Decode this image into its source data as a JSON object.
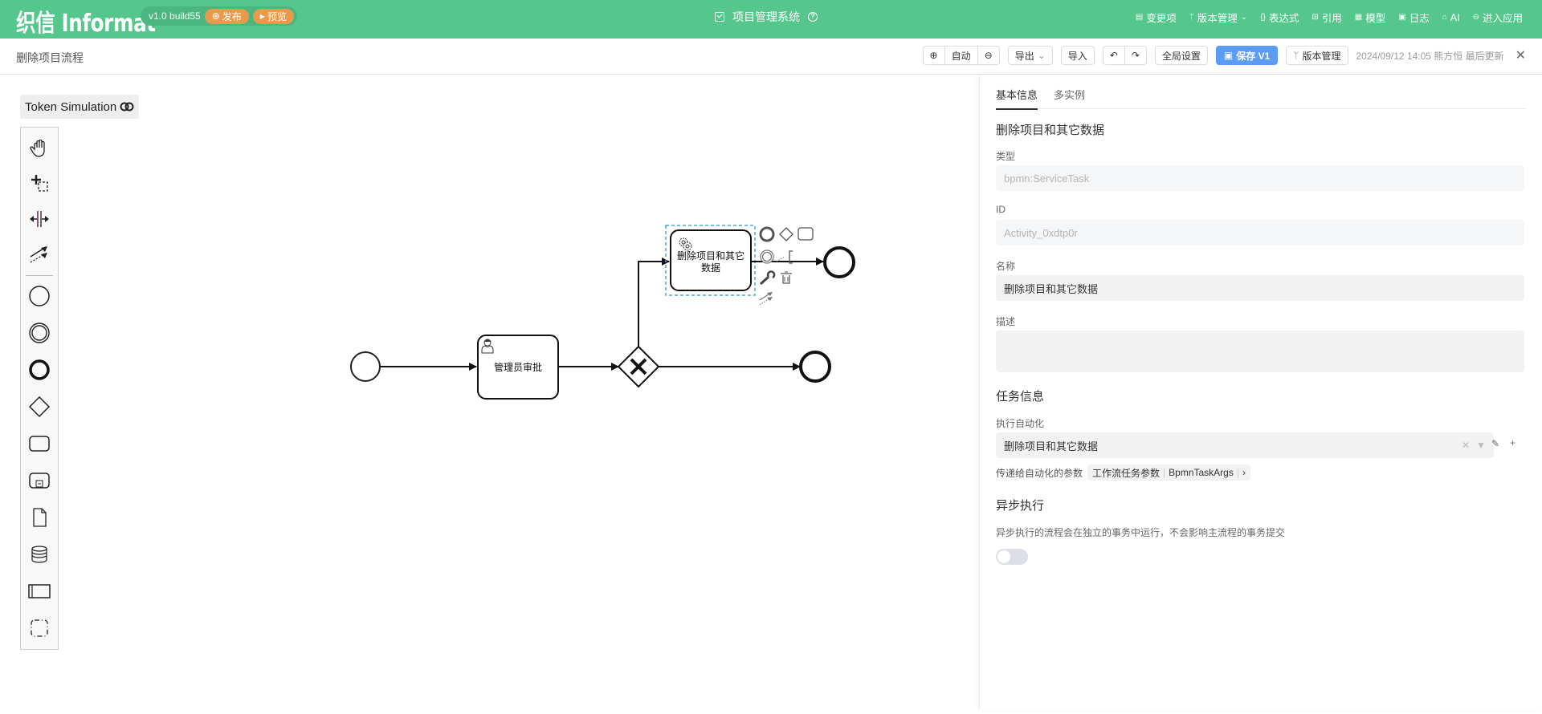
{
  "app": {
    "logo": "织信 Informat",
    "version": "v1.0 build55",
    "publish_label": "发布",
    "preview_label": "预览",
    "system_title": "项目管理系统"
  },
  "top_menu": [
    {
      "icon": "list-icon",
      "label": "变更项"
    },
    {
      "icon": "branch-icon",
      "label": "版本管理"
    },
    {
      "icon": "braces-icon",
      "label": "表达式"
    },
    {
      "icon": "reference-icon",
      "label": "引用"
    },
    {
      "icon": "table-icon",
      "label": "模型"
    },
    {
      "icon": "terminal-icon",
      "label": "日志"
    },
    {
      "icon": "ai-icon",
      "label": "AI"
    },
    {
      "icon": "enter-icon",
      "label": "进入应用"
    }
  ],
  "page": {
    "title": "删除项目流程"
  },
  "toolbar": {
    "zoom_auto": "自动",
    "export": "导出",
    "import": "导入",
    "global_settings": "全局设置",
    "save": "保存 V1",
    "version_mgmt": "版本管理",
    "last_update": "2024/09/12 14:05 熊方恒 最后更新"
  },
  "canvas": {
    "token_simulation": "Token Simulation",
    "palette": [
      "hand-tool-icon",
      "lasso-tool-icon",
      "space-tool-icon",
      "connect-tool-icon",
      "start-event-icon",
      "intermediate-event-icon",
      "end-event-icon",
      "gateway-icon",
      "task-icon",
      "subprocess-icon",
      "data-object-icon",
      "data-store-icon",
      "participant-icon",
      "group-icon"
    ],
    "nodes": {
      "approval_task": "管理员审批",
      "service_task_line1": "删除项目和其它",
      "service_task_line2": "数据"
    }
  },
  "panel": {
    "tabs": [
      "基本信息",
      "多实例"
    ],
    "active_tab": 0,
    "element_title": "删除项目和其它数据",
    "type_label": "类型",
    "type_value": "bpmn:ServiceTask",
    "id_label": "ID",
    "id_value": "Activity_0xdtp0r",
    "name_label": "名称",
    "name_value": "删除项目和其它数据",
    "desc_label": "描述",
    "desc_value": "",
    "task_section": "任务信息",
    "automation_label": "执行自动化",
    "automation_value": "删除项目和其它数据",
    "params_label": "传递给自动化的参数",
    "params_chip_name": "工作流任务参数",
    "params_chip_type": "BpmnTaskArgs",
    "async_section": "异步执行",
    "async_desc": "异步执行的流程会在独立的事务中运行，不会影响主流程的事务提交",
    "async_enabled": false
  }
}
